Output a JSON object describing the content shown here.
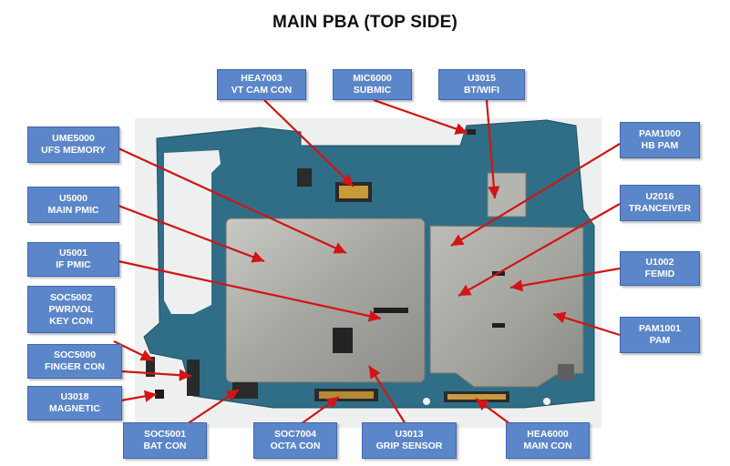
{
  "title": "MAIN PBA (TOP SIDE)",
  "labels": {
    "hea7003": [
      "HEA7003",
      "VT CAM CON"
    ],
    "mic6000": [
      "MIC6000",
      "SUBMIC"
    ],
    "u3015": [
      "U3015",
      "BT/WIFI"
    ],
    "ume5000": [
      "UME5000",
      "UFS MEMORY"
    ],
    "pam1000": [
      "PAM1000",
      "HB PAM"
    ],
    "u5000": [
      "U5000",
      "MAIN PMIC"
    ],
    "u2016": [
      "U2016",
      "TRANCEIVER"
    ],
    "u5001": [
      "U5001",
      "IF PMIC"
    ],
    "u1002": [
      "U1002",
      "FEMID"
    ],
    "soc5002": [
      "SOC5002",
      "PWR/VOL",
      "KEY CON"
    ],
    "pam1001": [
      "PAM1001",
      "PAM"
    ],
    "soc5000": [
      "SOC5000",
      "FINGER CON"
    ],
    "u3018": [
      "U3018",
      "MAGNETIC"
    ],
    "soc5001": [
      "SOC5001",
      "BAT CON"
    ],
    "soc7004": [
      "SOC7004",
      "OCTA CON"
    ],
    "u3013": [
      "U3013",
      "GRIP SENSOR"
    ],
    "hea6000": [
      "HEA6000",
      "MAIN CON"
    ]
  },
  "colors": {
    "label_fill": "#5b86c9",
    "label_border": "#3d67ac",
    "arrow": "#d21414",
    "pcb": "#2f6e86",
    "shield": "#a9a9a4"
  }
}
